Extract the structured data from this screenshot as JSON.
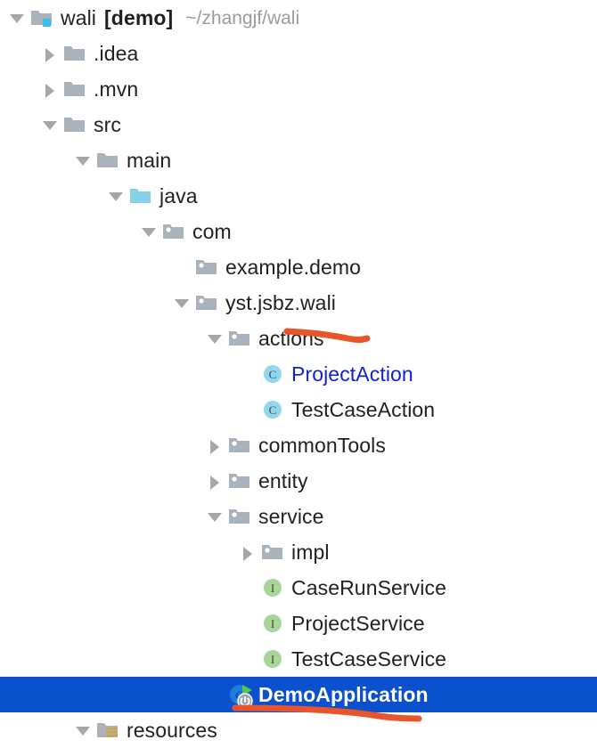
{
  "app": {
    "kind": "ide-project-tree",
    "background": "#ffffff",
    "selection_color": "#0b50cc",
    "annotation_color": "#e8552a",
    "link_text_color": "#1122cc",
    "muted_text_color": "#9b9b9b"
  },
  "tree": {
    "rows": [
      {
        "id": "wali",
        "label": "wali",
        "suffix": "[demo]",
        "path": "~/zhangjf/wali",
        "icon": "module-folder-icon",
        "twisty": "down",
        "depth": 0,
        "selected": false,
        "text_style": "normal"
      },
      {
        "id": "idea",
        "label": ".idea",
        "icon": "folder-icon",
        "twisty": "right",
        "depth": 1,
        "selected": false,
        "text_style": "normal"
      },
      {
        "id": "mvn",
        "label": ".mvn",
        "icon": "folder-icon",
        "twisty": "right",
        "depth": 1,
        "selected": false,
        "text_style": "normal"
      },
      {
        "id": "src",
        "label": "src",
        "icon": "folder-icon",
        "twisty": "down",
        "depth": 1,
        "selected": false,
        "text_style": "normal"
      },
      {
        "id": "main",
        "label": "main",
        "icon": "folder-icon",
        "twisty": "down",
        "depth": 2,
        "selected": false,
        "text_style": "normal"
      },
      {
        "id": "java",
        "label": "java",
        "icon": "source-root-folder-icon",
        "twisty": "down",
        "depth": 3,
        "selected": false,
        "text_style": "normal"
      },
      {
        "id": "com",
        "label": "com",
        "icon": "package-icon",
        "twisty": "down",
        "depth": 4,
        "selected": false,
        "text_style": "normal"
      },
      {
        "id": "example-demo",
        "label": "example.demo",
        "icon": "package-icon",
        "twisty": "none",
        "depth": 5,
        "selected": false,
        "text_style": "normal"
      },
      {
        "id": "yst-jsbz-wali",
        "label": "yst.jsbz.wali",
        "icon": "package-icon",
        "twisty": "down",
        "depth": 5,
        "selected": false,
        "text_style": "normal"
      },
      {
        "id": "actions",
        "label": "actions",
        "icon": "package-icon",
        "twisty": "down",
        "depth": 6,
        "selected": false,
        "text_style": "normal"
      },
      {
        "id": "project-action",
        "label": "ProjectAction",
        "icon": "java-class-icon",
        "twisty": "none",
        "depth": 7,
        "selected": false,
        "text_style": "blue"
      },
      {
        "id": "test-case-action",
        "label": "TestCaseAction",
        "icon": "java-class-icon",
        "twisty": "none",
        "depth": 7,
        "selected": false,
        "text_style": "normal"
      },
      {
        "id": "common-tools",
        "label": "commonTools",
        "icon": "package-icon",
        "twisty": "right",
        "depth": 6,
        "selected": false,
        "text_style": "normal"
      },
      {
        "id": "entity",
        "label": "entity",
        "icon": "package-icon",
        "twisty": "right",
        "depth": 6,
        "selected": false,
        "text_style": "normal"
      },
      {
        "id": "service",
        "label": "service",
        "icon": "package-icon",
        "twisty": "down",
        "depth": 6,
        "selected": false,
        "text_style": "normal"
      },
      {
        "id": "impl",
        "label": "impl",
        "icon": "package-icon",
        "twisty": "right",
        "depth": 7,
        "selected": false,
        "text_style": "normal"
      },
      {
        "id": "case-run-service",
        "label": "CaseRunService",
        "icon": "java-interface-icon",
        "twisty": "none",
        "depth": 7,
        "selected": false,
        "text_style": "normal"
      },
      {
        "id": "project-service",
        "label": "ProjectService",
        "icon": "java-interface-icon",
        "twisty": "none",
        "depth": 7,
        "selected": false,
        "text_style": "normal"
      },
      {
        "id": "test-case-service",
        "label": "TestCaseService",
        "icon": "java-interface-icon",
        "twisty": "none",
        "depth": 7,
        "selected": false,
        "text_style": "normal"
      },
      {
        "id": "demo-application",
        "label": "DemoApplication",
        "icon": "spring-boot-runnable-class-icon",
        "twisty": "none",
        "depth": 6,
        "selected": true,
        "text_style": "white"
      },
      {
        "id": "resources",
        "label": "resources",
        "icon": "resources-root-folder-icon",
        "twisty": "down",
        "depth": 2,
        "selected": false,
        "text_style": "normal"
      }
    ]
  },
  "annotations": [
    {
      "id": "underline-actions",
      "shape": "hand-drawn-underline",
      "target_label": "actions",
      "color": "#e8552a"
    },
    {
      "id": "underline-demo-application",
      "shape": "hand-drawn-underline",
      "target_label": "DemoApplication",
      "color": "#e8552a"
    }
  ]
}
